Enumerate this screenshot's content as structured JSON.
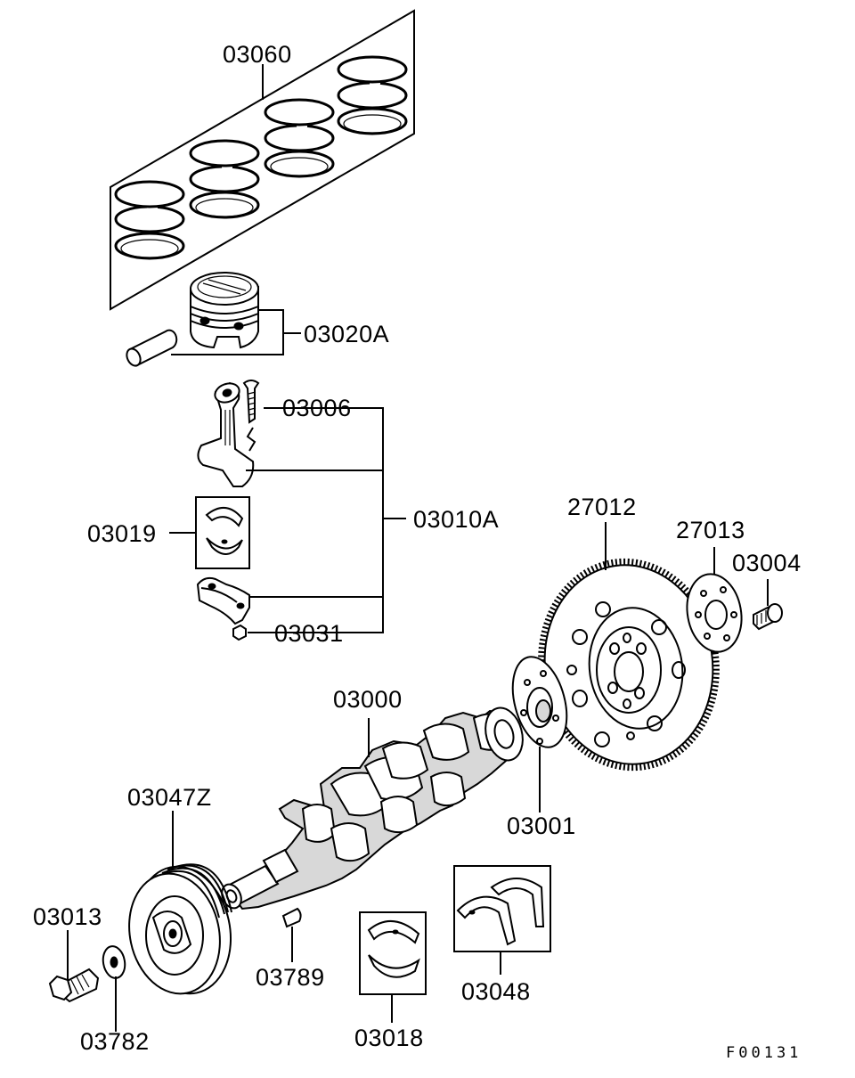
{
  "diagram": {
    "parts": {
      "p03060": "03060",
      "p03020A": "03020A",
      "p03006": "03006",
      "p03010A": "03010A",
      "p03019": "03019",
      "p03031": "03031",
      "p27012": "27012",
      "p27013": "27013",
      "p03004": "03004",
      "p03000": "03000",
      "p03001": "03001",
      "p03047Z": "03047Z",
      "p03013": "03013",
      "p03789": "03789",
      "p03782": "03782",
      "p03018": "03018",
      "p03048": "03048"
    },
    "figure_code": "F00131"
  }
}
